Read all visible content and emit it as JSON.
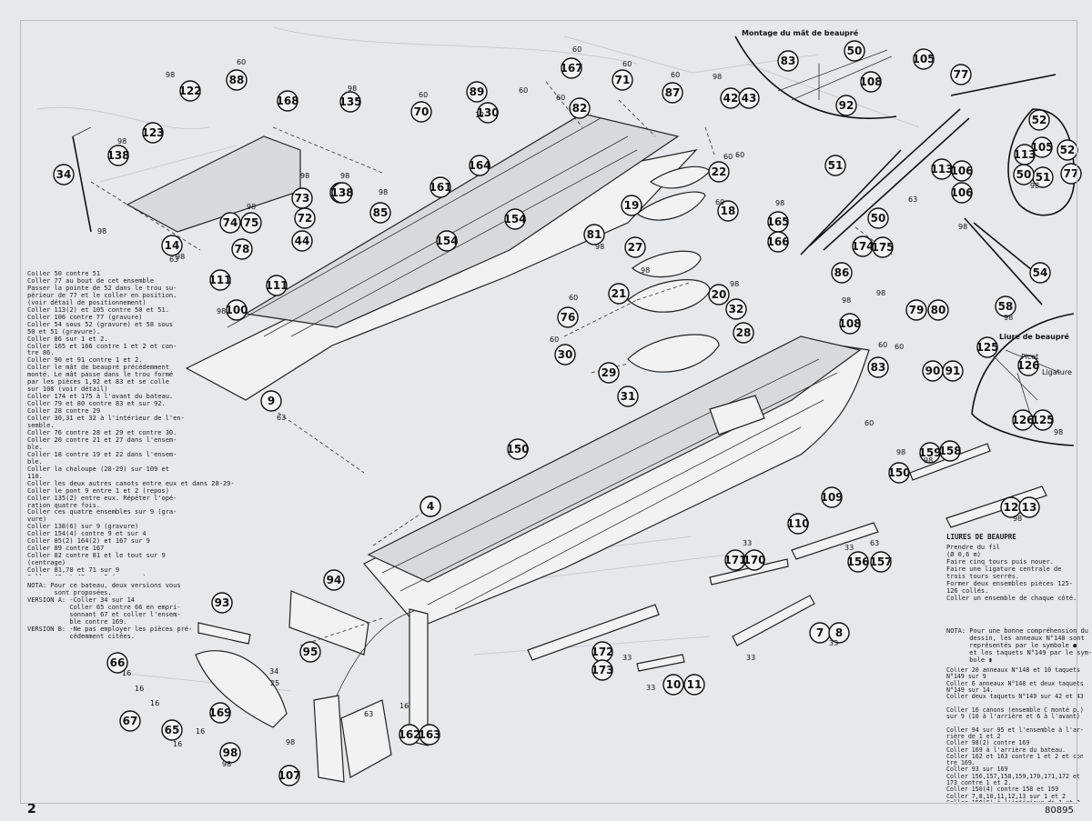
{
  "sheet": {
    "page_number": "2",
    "reference": "80895"
  },
  "insets": {
    "bowsprit_title": "Montage du mât de beaupré",
    "bowsprit_lashing_title": "Liure de beaupré",
    "picot": "Picot",
    "ligature": "Ligature",
    "lashings_heading": "LIURES DE BEAUPRE"
  },
  "instructions": {
    "left_block": "Coller 50 contre 51\nColler 77 au bout de cet ensemble\nPasser la pointe de 52 dans le trou su-\npérieur de 77 et le coller en position.\n(voir détail de positionnement)\nColler 113(2) et 105 contre 50 et 51.\nColler 106 contre 77 (gravure)\nColler 54 sous 52 (gravure) et 58 sous\n50 et 51 (gravure).\nColler 86 sur 1 et 2.\nColler 165 et 166 contre 1 et 2 et con-\ntre 86.\nColler 90 et 91 contre 1 et 2.\nColler le mât de beaupré précédemment\nmonté. Le mât passe dans le trou formé\npar les pièces 1,92 et 83 et se colle\nsur 108 (voir détail)\nColler 174 et 175 à l'avant du bateau.\nColler 79 et 80 contre 83 et sur 92.\nColler 28 contre 29\nColler 30,31 et 32 à l'intérieur de l'en-\nsemble.\nColler 76 contre 28 et 29 et contre 30.\nColler 20 contre 21 et 27 dans l'ensem-\nble.\nColler 18 contre 19 et 22 dans l'ensem-\nble.\nColler la chaloupe (28-29) sur 109 et\n110.\nColler les deux autres canots entre eux et dans 28-29-\nColler le pont 9 entre 1 et 2 (repos)\nColler 135(2) entre eux. Répéter l'opé-\nration quatre fois.\nColler ces quatre ensembles sur 9 (gra-\nvure)\nColler 138(6) sur 9 (gravure)\nColler 154(4) contre 9 et sur 4\nColler 85(2) 164(2) et 167 sur 9\nColler 89 contre 167\nColler 82 contre 81 et le tout sur 9\n(centrage)\nColler 81,70 et 71 sur 9\nColler 42 et 43 sur 9 (gravure)\nColler 130(2) sur 9 (centrages)\nColler 117(2) entre eux et sur 100\nColler cet ensemble sur 9 (centrage)\nColler 72,73,74,75 et 78 sur 9\nColler 14 entre 1 et 2\nColler 60,122(2),123(2),158(2) et 168\nsur 14.\nColler 44 contre 14 et sur 9",
    "note_left": "NOTA: Pour ce bateau, deux versions vous\n       sont proposées.",
    "version_a": "VERSION A: -Coller 34 sur 14\n           Coller 65 contre 66 en empri-\n           sonnant 67 et coller l'ensem-\n           ble contre 169.",
    "version_b": "VERSION B: -Ne pas employer les pièces pré-\n           cédemment citées.",
    "lashing_steps": "Prendre du fil\n(Ø 0,6 m)\nFaire cinq tours puis nouer.\nFaire une ligature centrale de\ntrois tours serrés.\nFormer deux ensembles pièces 125-\n126 collés.\nColler un ensemble de chaque côté.",
    "note_right": "NOTA: Pour une bonne compréhension du\n      dessin, les anneaux N°148 sont\n      représentés par le symbole ●\n      et les taquets N°149 par le sym-\n      bole ▮",
    "right_block": "Coller 20 anneaux N°148 et 10 taquets\nN°149 sur 9\nColler 6 anneaux N°148 et deux taquets\nN°149 sur 14.\nColler deux taquets N°149 sur 42 et 43\n\nColler 16 canons (ensemble C monté p.)\nsur 9 (10 à l'arrière et 6 à l'avant)\n\nColler 94 sur 95 et l'ensemble à l'ar-\nrière de 1 et 2\nColler 98(2) contre 169\nColler 169 à l'arrière du bateau.\nColler 162 et 163 contre 1 et 2 et con-\ntre 169.\nColler 93 sur 169\nColler 156,157,158,159,170,171,172 et\n173 contre 1 et 2.\nColler 150(4) contre 158 et 159\nColler 7,8,10,11,12,13 sur 1 et 2\nColler 150(6) à l'intérieur de 1 et 2\n(centrages)\nColler 107 contre 1 et 2"
  },
  "callouts": [
    {
      "num": "34"
    },
    {
      "num": "138"
    },
    {
      "num": "123"
    },
    {
      "num": "122"
    },
    {
      "num": "88"
    },
    {
      "num": "168"
    },
    {
      "num": "135"
    },
    {
      "num": "70"
    },
    {
      "num": "130"
    },
    {
      "num": "89"
    },
    {
      "num": "138"
    },
    {
      "num": "167"
    },
    {
      "num": "71"
    },
    {
      "num": "87"
    },
    {
      "num": "42"
    },
    {
      "num": "43"
    },
    {
      "num": "82"
    },
    {
      "num": "14"
    },
    {
      "num": "73"
    },
    {
      "num": "72"
    },
    {
      "num": "138"
    },
    {
      "num": "85"
    },
    {
      "num": "74"
    },
    {
      "num": "75"
    },
    {
      "num": "44"
    },
    {
      "num": "78"
    },
    {
      "num": "161"
    },
    {
      "num": "164"
    },
    {
      "num": "154"
    },
    {
      "num": "154"
    },
    {
      "num": "81"
    },
    {
      "num": "22"
    },
    {
      "num": "19"
    },
    {
      "num": "18"
    },
    {
      "num": "111"
    },
    {
      "num": "111"
    },
    {
      "num": "100"
    },
    {
      "num": "9"
    },
    {
      "num": "27"
    },
    {
      "num": "21"
    },
    {
      "num": "20"
    },
    {
      "num": "32"
    },
    {
      "num": "28"
    },
    {
      "num": "76"
    },
    {
      "num": "30"
    },
    {
      "num": "29"
    },
    {
      "num": "31"
    },
    {
      "num": "4"
    },
    {
      "num": "83"
    },
    {
      "num": "50"
    },
    {
      "num": "108"
    },
    {
      "num": "92"
    },
    {
      "num": "105"
    },
    {
      "num": "77"
    },
    {
      "num": "52"
    },
    {
      "num": "113"
    },
    {
      "num": "105"
    },
    {
      "num": "52"
    },
    {
      "num": "51"
    },
    {
      "num": "50"
    },
    {
      "num": "77"
    },
    {
      "num": "113"
    },
    {
      "num": "106"
    },
    {
      "num": "106"
    },
    {
      "num": "51"
    },
    {
      "num": "50"
    },
    {
      "num": "165"
    },
    {
      "num": "166"
    },
    {
      "num": "174"
    },
    {
      "num": "175"
    },
    {
      "num": "86"
    },
    {
      "num": "54"
    },
    {
      "num": "58"
    },
    {
      "num": "108"
    },
    {
      "num": "79"
    },
    {
      "num": "80"
    },
    {
      "num": "83"
    },
    {
      "num": "90"
    },
    {
      "num": "91"
    },
    {
      "num": "125"
    },
    {
      "num": "126"
    },
    {
      "num": "125"
    },
    {
      "num": "126"
    },
    {
      "num": "159"
    },
    {
      "num": "158"
    },
    {
      "num": "150"
    },
    {
      "num": "150"
    },
    {
      "num": "109"
    },
    {
      "num": "110"
    },
    {
      "num": "12"
    },
    {
      "num": "13"
    },
    {
      "num": "171"
    },
    {
      "num": "170"
    },
    {
      "num": "156"
    },
    {
      "num": "157"
    },
    {
      "num": "94"
    },
    {
      "num": "93"
    },
    {
      "num": "95"
    },
    {
      "num": "172"
    },
    {
      "num": "173"
    },
    {
      "num": "10"
    },
    {
      "num": "11"
    },
    {
      "num": "7"
    },
    {
      "num": "8"
    },
    {
      "num": "66"
    },
    {
      "num": "169"
    },
    {
      "num": "67"
    },
    {
      "num": "65"
    },
    {
      "num": "98"
    },
    {
      "num": "107"
    },
    {
      "num": "162"
    },
    {
      "num": "163"
    },
    {
      "num": "4"
    }
  ],
  "small_numbers": [
    "98",
    "60",
    "60",
    "98",
    "60",
    "60",
    "98",
    "12",
    "60",
    "60",
    "60",
    "98",
    "98",
    "98",
    "98",
    "98",
    "98",
    "98",
    "98",
    "98",
    "63",
    "63",
    "33",
    "33",
    "60",
    "98",
    "60",
    "98",
    "60",
    "63",
    "98",
    "98",
    "98",
    "98",
    "60",
    "98",
    "98",
    "98",
    "60",
    "60",
    "98",
    "98",
    "60",
    "60",
    "63",
    "98",
    "16",
    "16",
    "16",
    "16",
    "16",
    "25",
    "34",
    "16",
    "63",
    "33",
    "33",
    "33",
    "33",
    "98",
    "98"
  ]
}
